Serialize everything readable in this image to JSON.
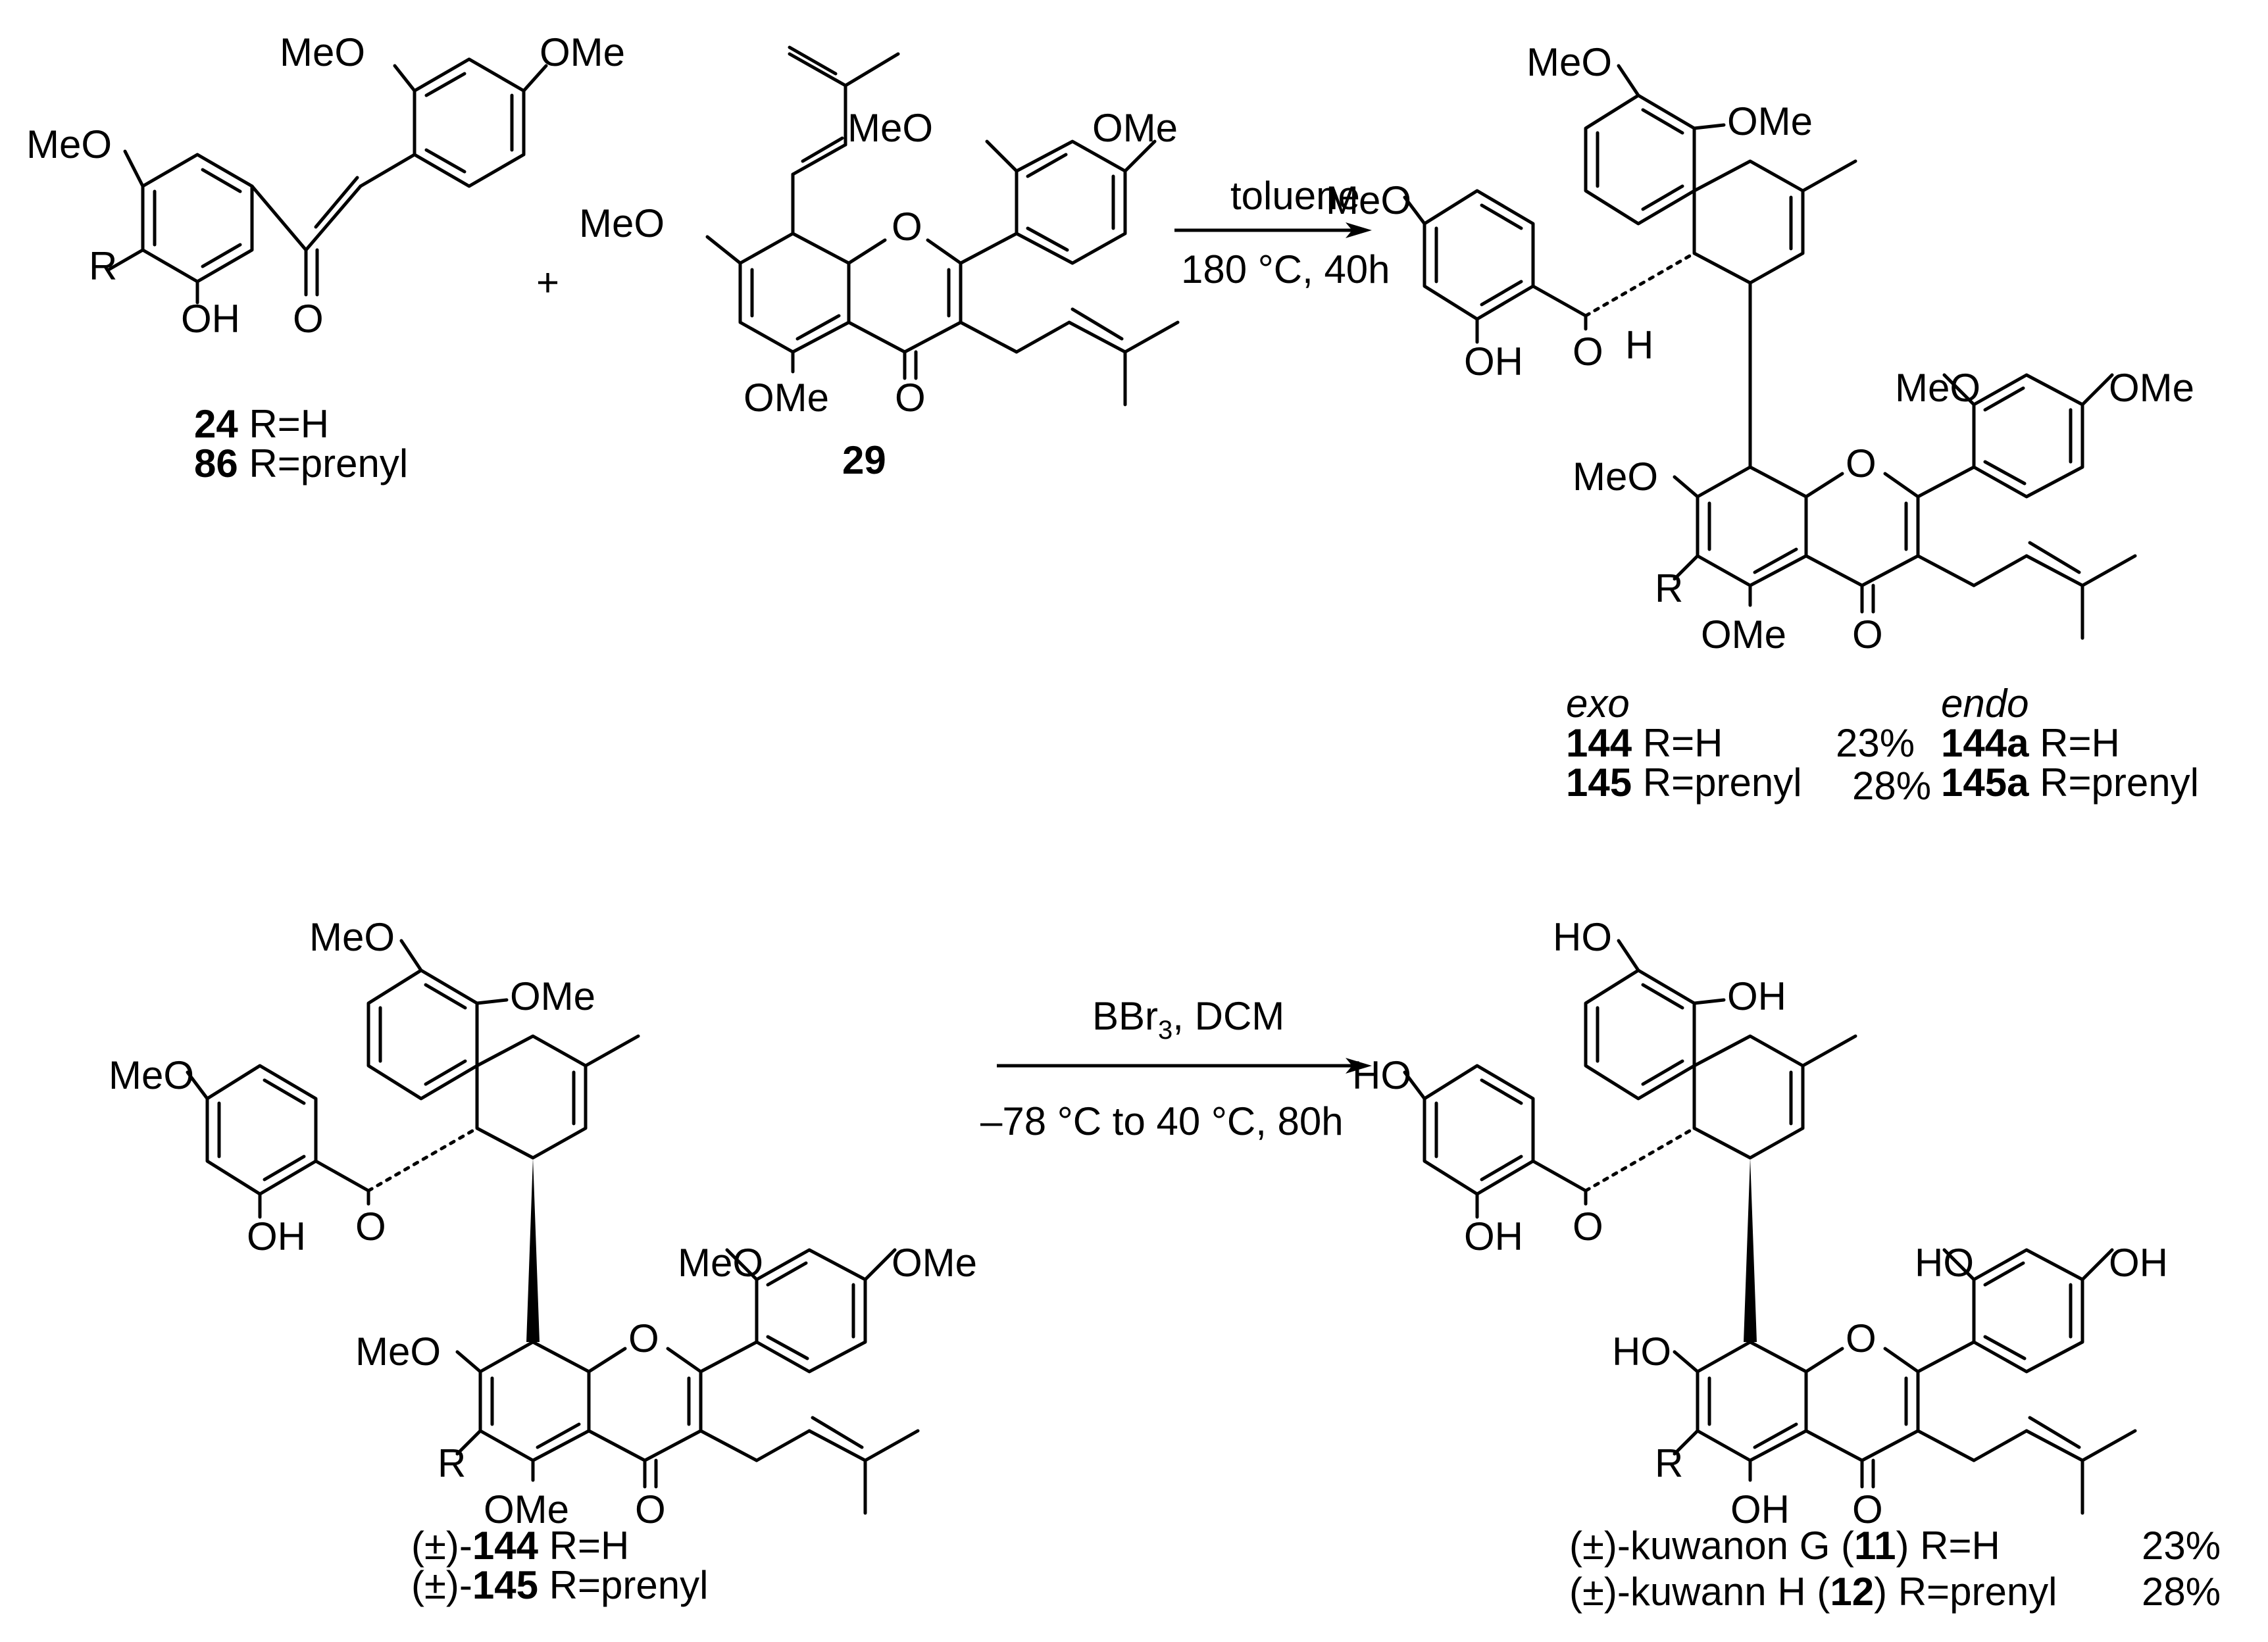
{
  "reagents": {
    "step1_top": "toluene",
    "step1_bottom": "180 °C, 40h",
    "step2_top_main": "BBr",
    "step2_top_sub": "3",
    "step2_top_rest": ", DCM",
    "step2_bottom": "–78 °C to 40 °C, 80h"
  },
  "plus": "+",
  "compound_24_86": {
    "labels": {
      "meo_top": "MeO",
      "ome_top": "OMe",
      "meo_left": "MeO",
      "r": "R",
      "oh": "OH",
      "o": "O"
    },
    "caption1_num": "24",
    "caption1_rest": " R=H",
    "caption2_num": "86",
    "caption2_rest": " R=prenyl"
  },
  "compound_29": {
    "labels": {
      "meo_a": "MeO",
      "ome_a": "OMe",
      "meo_b": "MeO",
      "ring_o": "O",
      "ome_b": "OMe",
      "keto_o": "O"
    },
    "caption": "29"
  },
  "product_144": {
    "labels": {
      "meo_1": "MeO",
      "ome_1": "OMe",
      "meo_2": "MeO",
      "oh": "OH",
      "o_carbonyl": "O",
      "h": "H",
      "meo_3": "MeO",
      "ome_3": "OMe",
      "meo_4": "MeO",
      "ring_o": "O",
      "r": "R",
      "ome_5": "OMe",
      "keto_o": "O"
    },
    "exo_label": "exo",
    "endo_label": "endo",
    "rows": [
      {
        "num": "144",
        "rest": " R=H",
        "yield": "23%",
        "endo_num": "144a",
        "endo_rest": " R=H"
      },
      {
        "num": "145",
        "rest": " R=prenyl",
        "yield": "28%",
        "endo_num": "145a",
        "endo_rest": " R=prenyl"
      }
    ]
  },
  "racemic_144": {
    "labels": {
      "meo_1": "MeO",
      "ome_1": "OMe",
      "meo_2": "MeO",
      "oh": "OH",
      "o_carbonyl": "O",
      "meo_3": "MeO",
      "ome_3": "OMe",
      "meo_4": "MeO",
      "ring_o": "O",
      "r": "R",
      "ome_5": "OMe",
      "keto_o": "O"
    },
    "rows": [
      {
        "prefix": "(±)-",
        "num": "144",
        "rest": " R=H"
      },
      {
        "prefix": "(±)-",
        "num": "145",
        "rest": " R=prenyl"
      }
    ]
  },
  "kuwanon": {
    "labels": {
      "ho_1": "HO",
      "oh_1": "OH",
      "ho_2": "HO",
      "oh_2": "OH",
      "o_carbonyl": "O",
      "ho_3": "HO",
      "oh_3": "OH",
      "ho_4": "HO",
      "ring_o": "O",
      "r": "R",
      "oh_5": "OH",
      "keto_o": "O"
    },
    "rows": [
      {
        "pre": "(±)-kuwanon G (",
        "num": "11",
        "post": ") R=H",
        "yield": "23%"
      },
      {
        "pre": "(±)-kuwann H (",
        "num": "12",
        "post": ")  R=prenyl",
        "yield": "28%"
      }
    ]
  }
}
